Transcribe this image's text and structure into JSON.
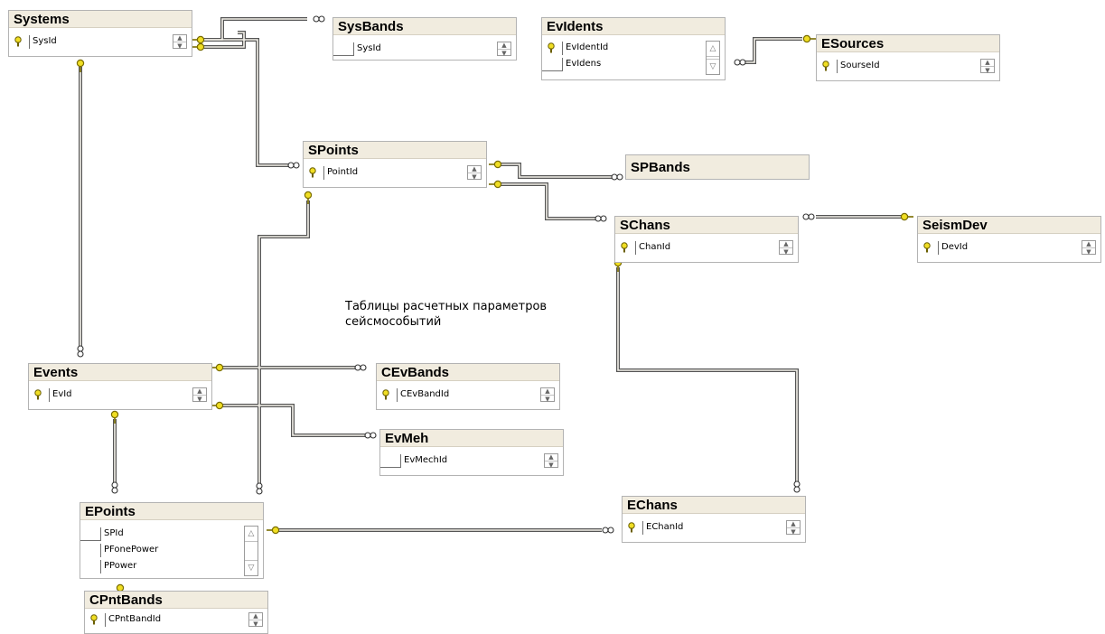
{
  "note": {
    "line1": "Таблицы расчетных параметров",
    "line2": "сейсмособытий"
  },
  "tables": {
    "systems": {
      "title": "Systems",
      "rows": [
        "SysId"
      ]
    },
    "sysbands": {
      "title": "SysBands",
      "rows": [
        "SysId"
      ]
    },
    "evidents": {
      "title": "EvIdents",
      "rows": [
        "EvIdentId",
        "EvIdens"
      ]
    },
    "esources": {
      "title": "ESources",
      "rows": [
        "SourseId"
      ]
    },
    "spoints": {
      "title": "SPoints",
      "rows": [
        "PointId"
      ]
    },
    "spbands": {
      "title": "SPBands",
      "rows": []
    },
    "schans": {
      "title": "SChans",
      "rows": [
        "ChanId"
      ]
    },
    "seismdev": {
      "title": "SeismDev",
      "rows": [
        "DevId"
      ]
    },
    "events": {
      "title": "Events",
      "rows": [
        "EvId"
      ]
    },
    "cevbands": {
      "title": "CEvBands",
      "rows": [
        "CEvBandId"
      ]
    },
    "evmeh": {
      "title": "EvMeh",
      "rows": [
        "EvMechId"
      ]
    },
    "epoints": {
      "title": "EPoints",
      "rows": [
        "SPId",
        "PFonePower",
        "PPower"
      ]
    },
    "echans": {
      "title": "EChans",
      "rows": [
        "EChanId"
      ]
    },
    "cpntbands": {
      "title": "CPntBands",
      "rows": [
        "CPntBandId"
      ]
    }
  },
  "colors": {
    "key": "#e8d81a",
    "line": "#8a8a8a",
    "header": "#f1ecdf"
  }
}
